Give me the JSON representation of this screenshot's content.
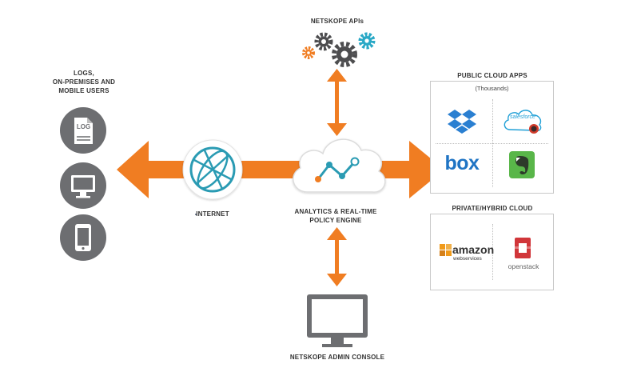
{
  "labels": {
    "apis": "NETSKOPE APIs",
    "users_line1": "LOGS,",
    "users_line2": "ON-PREMISES AND",
    "users_line3": "MOBILE USERS",
    "internet": "INTERNET",
    "engine_line1": "ANALYTICS & REAL-TIME",
    "engine_line2": "POLICY ENGINE",
    "admin": "NETSKOPE ADMIN CONSOLE",
    "public_title": "PUBLIC CLOUD APPS",
    "public_sub": "(Thousands)",
    "private_title": "PRIVATE/HYBRID CLOUD"
  },
  "user_icons": {
    "log": "LOG"
  },
  "public_apps": {
    "box": "box",
    "salesforce": "salesforce"
  },
  "private_apps": {
    "amazon": "amazon",
    "amazon_sub": "webservices",
    "openstack": "openstack"
  },
  "colors": {
    "orange": "#f07d22",
    "gray_icon": "#6d6e71",
    "teal": "#2a9bb3",
    "gear_dark": "#4d4d4f",
    "gear_teal": "#29a8c6",
    "dropbox": "#2a7fd1",
    "box": "#1f74c4",
    "evernote": "#59b649",
    "openstack": "#d1363a",
    "amazon": "#f09a1a"
  }
}
